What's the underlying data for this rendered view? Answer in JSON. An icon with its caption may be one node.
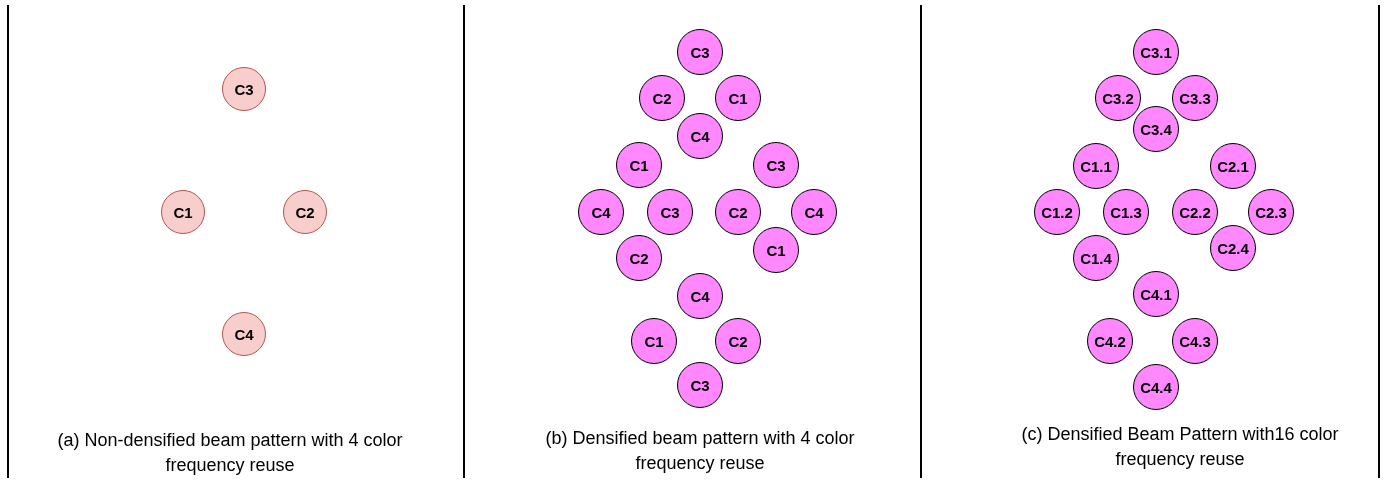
{
  "diagram": {
    "nodes": [
      {
        "text": [
          "C3"
        ]
      },
      {
        "text": [
          "C1"
        ]
      },
      {
        "text": [
          "C2"
        ]
      },
      {
        "text": [
          "C4"
        ]
      },
      {
        "text": [
          "C3"
        ]
      },
      {
        "text": [
          "C2"
        ]
      },
      {
        "text": [
          "C1"
        ]
      },
      {
        "text": [
          "C4"
        ]
      },
      {
        "text": [
          "C1"
        ]
      },
      {
        "text": [
          "C3"
        ]
      },
      {
        "text": [
          "C4"
        ]
      },
      {
        "text": [
          "C3"
        ]
      },
      {
        "text": [
          "C2"
        ]
      },
      {
        "text": [
          "C4"
        ]
      },
      {
        "text": [
          "C2"
        ]
      },
      {
        "text": [
          "C1"
        ]
      },
      {
        "text": [
          "C4"
        ]
      },
      {
        "text": [
          "C1"
        ]
      },
      {
        "text": [
          "C2"
        ]
      },
      {
        "text": [
          "C3"
        ]
      },
      {
        "text": [
          "C3.1"
        ]
      },
      {
        "text": [
          "C3.2"
        ]
      },
      {
        "text": [
          "C3.3"
        ]
      },
      {
        "text": [
          "C3.4"
        ]
      },
      {
        "text": [
          "C1.1"
        ]
      },
      {
        "text": [
          "C2.1"
        ]
      },
      {
        "text": [
          "C1.2"
        ]
      },
      {
        "text": [
          "C1.3"
        ]
      },
      {
        "text": [
          "C2.2"
        ]
      },
      {
        "text": [
          "C2.3"
        ]
      },
      {
        "text": [
          "C1.4"
        ]
      },
      {
        "text": [
          "C2.4"
        ]
      },
      {
        "text": [
          "C4.1"
        ]
      },
      {
        "text": [
          "C4.2"
        ]
      },
      {
        "text": [
          "C4.3"
        ]
      },
      {
        "text": [
          "C4.4"
        ]
      }
    ],
    "labels": [
      "(a) Non-densified beam pattern with 4 color frequency reuse",
      "(b) Densified beam pattern with 4 color frequency reuse",
      "(c) Densified Beam Pattern with16 color frequency reuse"
    ]
  }
}
